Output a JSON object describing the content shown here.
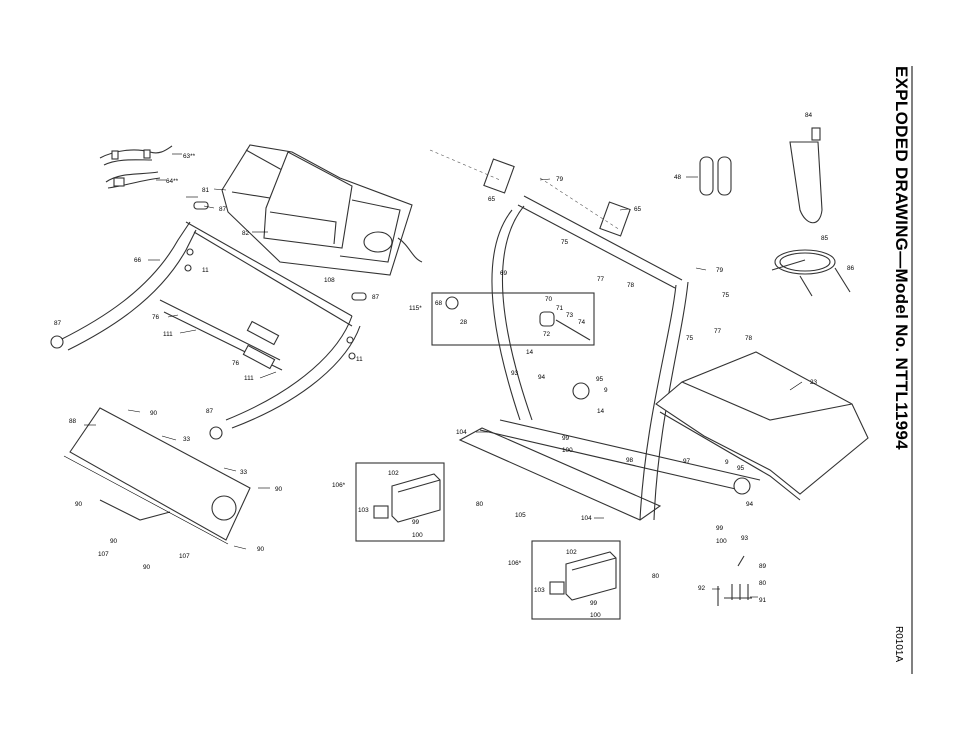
{
  "title": "EXPLODED DRAWING—Model No. NTTL11994",
  "drawing_code": "R0101A",
  "callouts": {
    "p63": "63**",
    "p64": "64**",
    "p81": "81",
    "p87a": "87",
    "p82": "82",
    "p108": "108",
    "p87b": "87",
    "p66": "66",
    "p11a": "11",
    "p76a": "76",
    "p111a": "111",
    "p87c": "87",
    "p11b": "11",
    "p76b": "76",
    "p111b": "111",
    "p87d": "87",
    "p88": "88",
    "p90a": "90",
    "p33a": "33",
    "p33b": "33",
    "p90b": "90",
    "p90c": "90",
    "p90d": "90",
    "p107a": "107",
    "p90e": "90",
    "p107b": "107",
    "p90f": "90",
    "p65a": "65",
    "p79a": "79",
    "p65b": "65",
    "p69": "69",
    "p75a": "75",
    "p77a": "77",
    "p78a": "78",
    "p115": "115*",
    "p68": "68",
    "p28": "28",
    "p70": "70",
    "p71": "71",
    "p73": "73",
    "p74": "74",
    "p72": "72",
    "p14a": "14",
    "p93a": "93",
    "p94a": "94",
    "p95a": "95",
    "p9a": "9",
    "p14b": "14",
    "p104a": "104",
    "p99a": "99",
    "p100a": "100",
    "p106a": "106*",
    "p102a": "102",
    "p103a": "103",
    "p99b": "99",
    "p100b": "100",
    "p80a": "80",
    "p105": "105",
    "p104b": "104",
    "p98": "98",
    "p97": "97",
    "p9b": "9",
    "p95b": "95",
    "p94b": "94",
    "p99c": "99",
    "p100c": "100",
    "p93b": "93",
    "p106b": "106*",
    "p102b": "102",
    "p103b": "103",
    "p99d": "99",
    "p100d": "100",
    "p80b": "80",
    "p48": "48",
    "p84": "84",
    "p85": "85",
    "p86": "86",
    "p79b": "79",
    "p75b": "75",
    "p77b": "77",
    "p75c": "75",
    "p78b": "78",
    "p23": "23",
    "p89": "89",
    "p80c": "80",
    "p92": "92",
    "p91": "91"
  }
}
